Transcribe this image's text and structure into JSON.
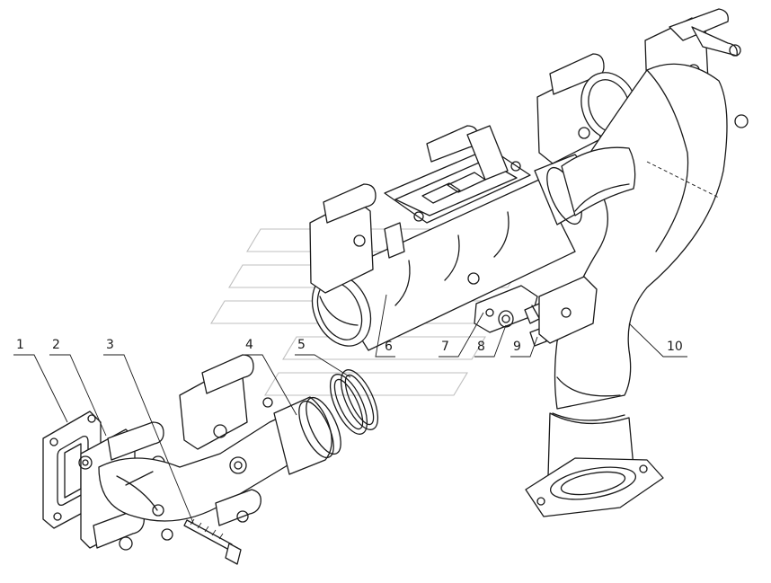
{
  "diagram": {
    "type": "exploded-parts-drawing",
    "callouts": [
      {
        "id": "1",
        "label": "1"
      },
      {
        "id": "2",
        "label": "2"
      },
      {
        "id": "3",
        "label": "3"
      },
      {
        "id": "4",
        "label": "4"
      },
      {
        "id": "5",
        "label": "5"
      },
      {
        "id": "6",
        "label": "6"
      },
      {
        "id": "7",
        "label": "7"
      },
      {
        "id": "8",
        "label": "8"
      },
      {
        "id": "9",
        "label": "9"
      },
      {
        "id": "10",
        "label": "10"
      }
    ]
  }
}
